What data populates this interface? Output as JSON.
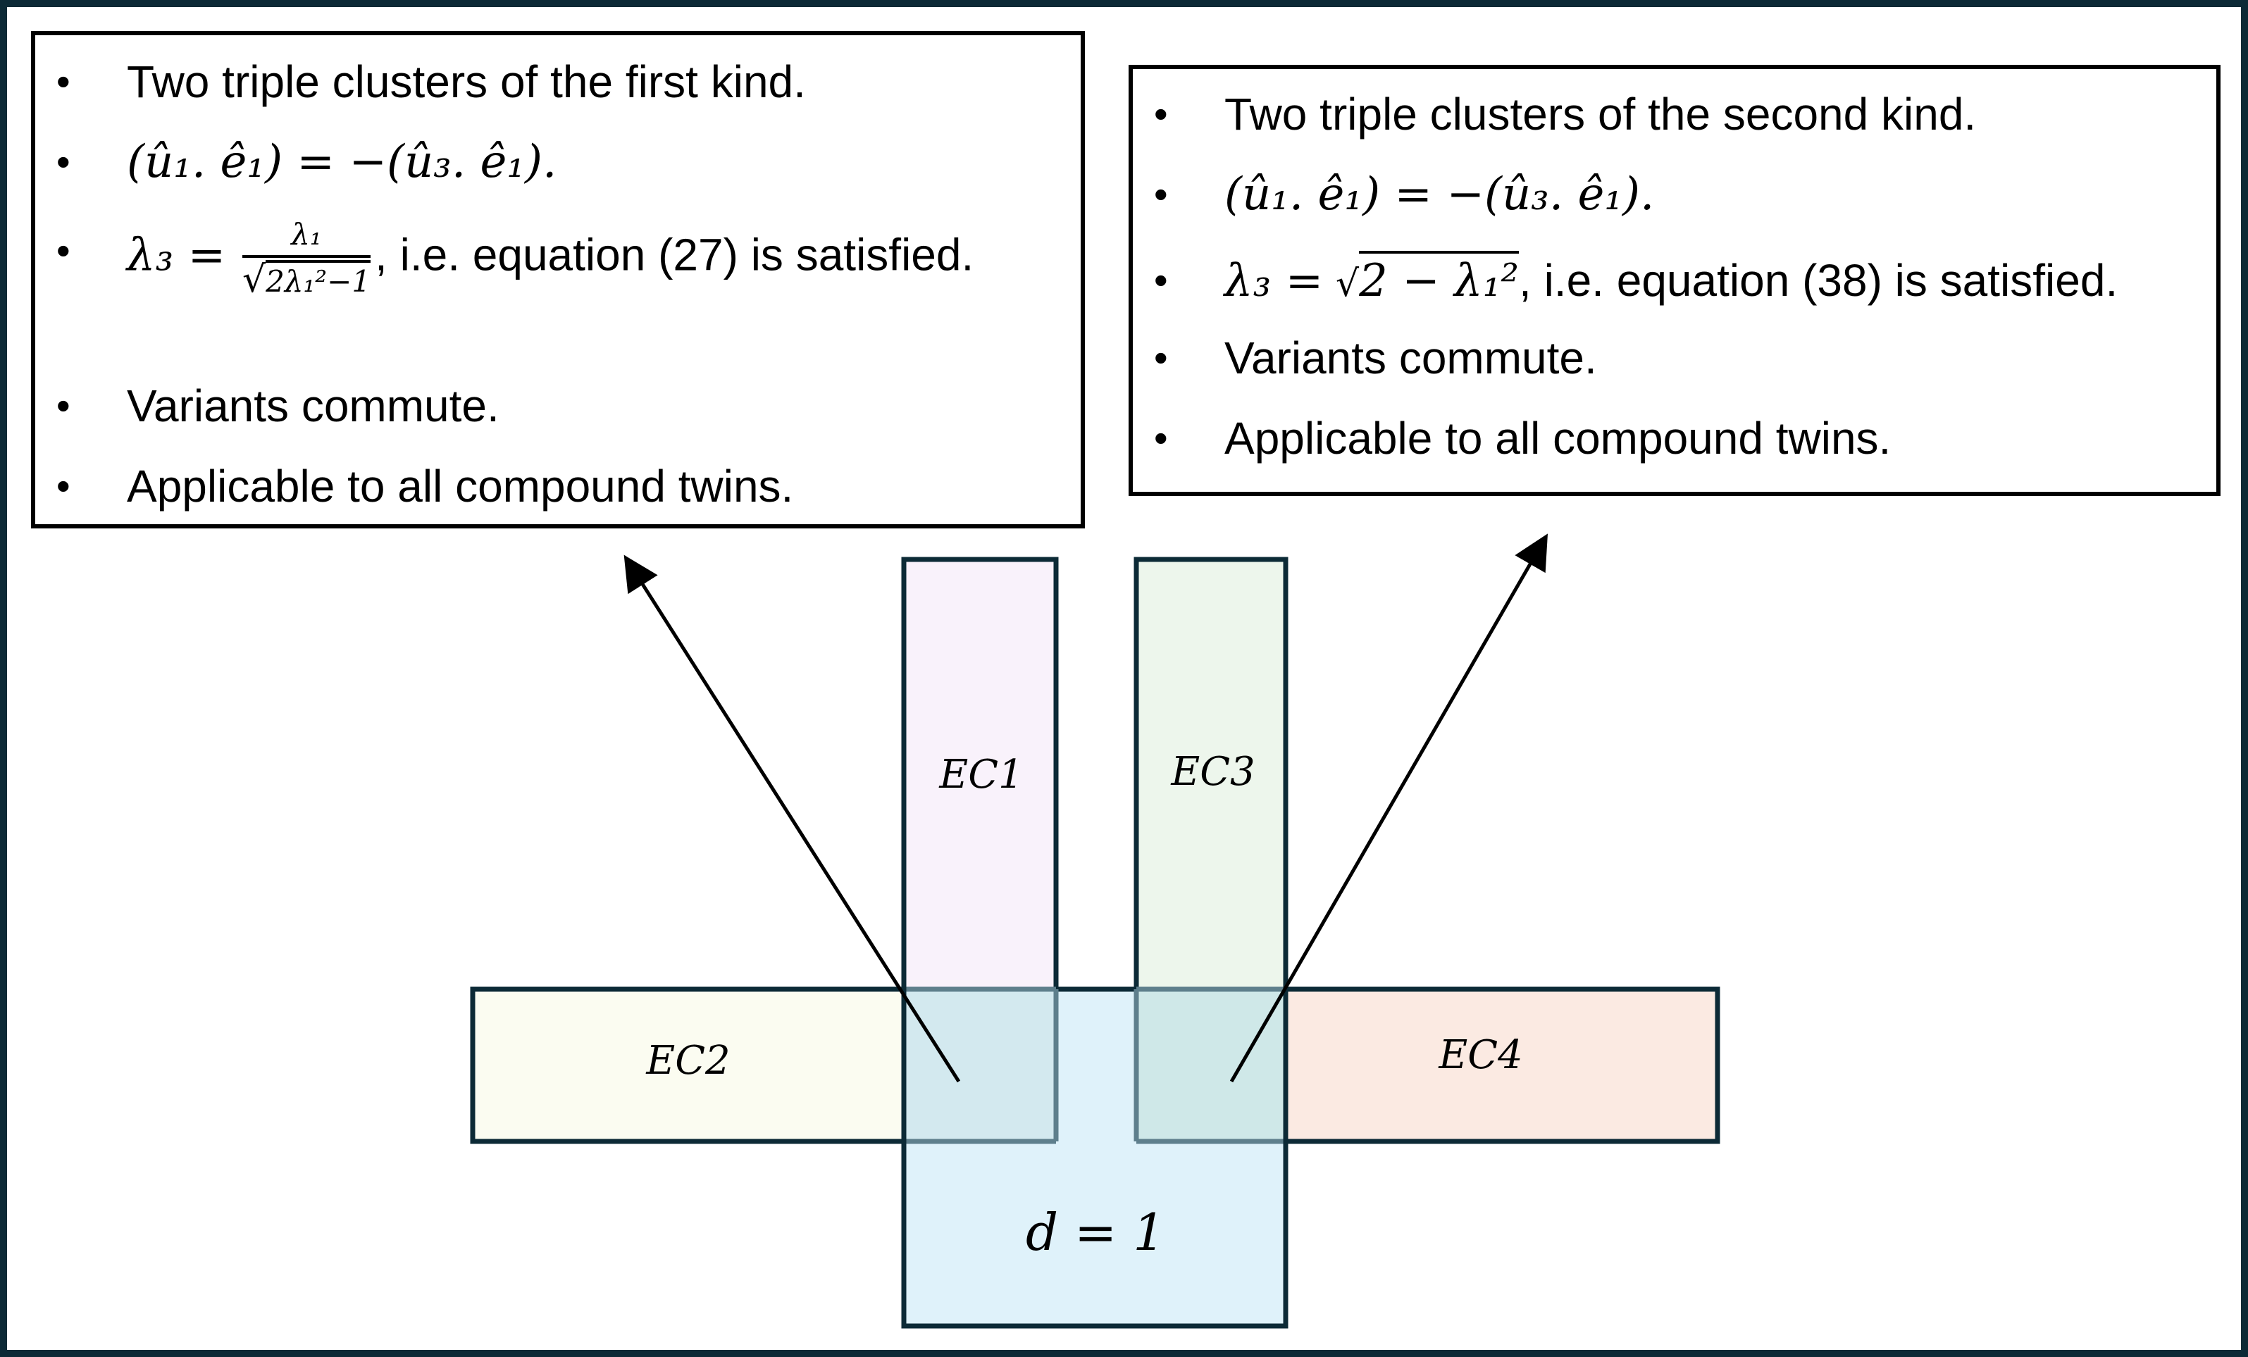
{
  "left_box": {
    "items": [
      "Two triple clusters of the first kind.",
      "(û₁. ê₁) = −(û₃. ê₁).",
      "λ₃ =",
      "Variants commute.",
      "Applicable to all compound twins."
    ],
    "fraction_num": "λ₁",
    "fraction_den": "2λ₁²−1",
    "equation_suffix": ", i.e. equation (27) is satisfied."
  },
  "right_box": {
    "items": [
      "Two triple clusters of the second kind.",
      "(û₁. ê₁) = −(û₃. ê₁).",
      "λ₃ =",
      "Variants commute.",
      "Applicable to all compound twins."
    ],
    "sqrt_expr": "2 − λ₁²",
    "equation_suffix": ", i.e. equation (38) is satisfied."
  },
  "regions": {
    "ec1": "EC1",
    "ec2": "EC2",
    "ec3": "EC3",
    "ec4": "EC4",
    "center": "d = 1"
  },
  "colors": {
    "frame": "#0c2a36",
    "ec1_fill": "#f9f2fb",
    "ec2_fill": "#fbfcf1",
    "ec3_fill": "#edf6ec",
    "ec4_fill": "#fbeae2",
    "center_fill": "#dff2fa",
    "border": "#0c2a36"
  }
}
